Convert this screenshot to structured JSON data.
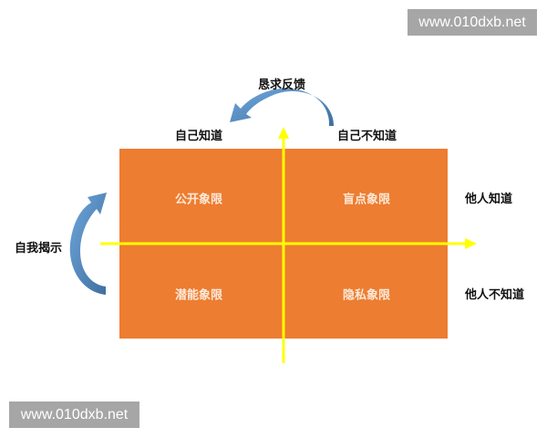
{
  "colors": {
    "quadrant": "#ed7d31",
    "axis": "#ffff00",
    "arrow": "#5b8fc7"
  },
  "top_label": "恳求反馈",
  "left_label": "自我揭示",
  "column_labels": [
    "自己知道",
    "自己不知道"
  ],
  "row_labels": [
    "他人知道",
    "他人不知道"
  ],
  "quadrants": [
    "公开象限",
    "盲点象限",
    "潜能象限",
    "隐私象限"
  ],
  "watermarks": [
    "www.010dxb.net",
    "www.010dxb.net"
  ]
}
